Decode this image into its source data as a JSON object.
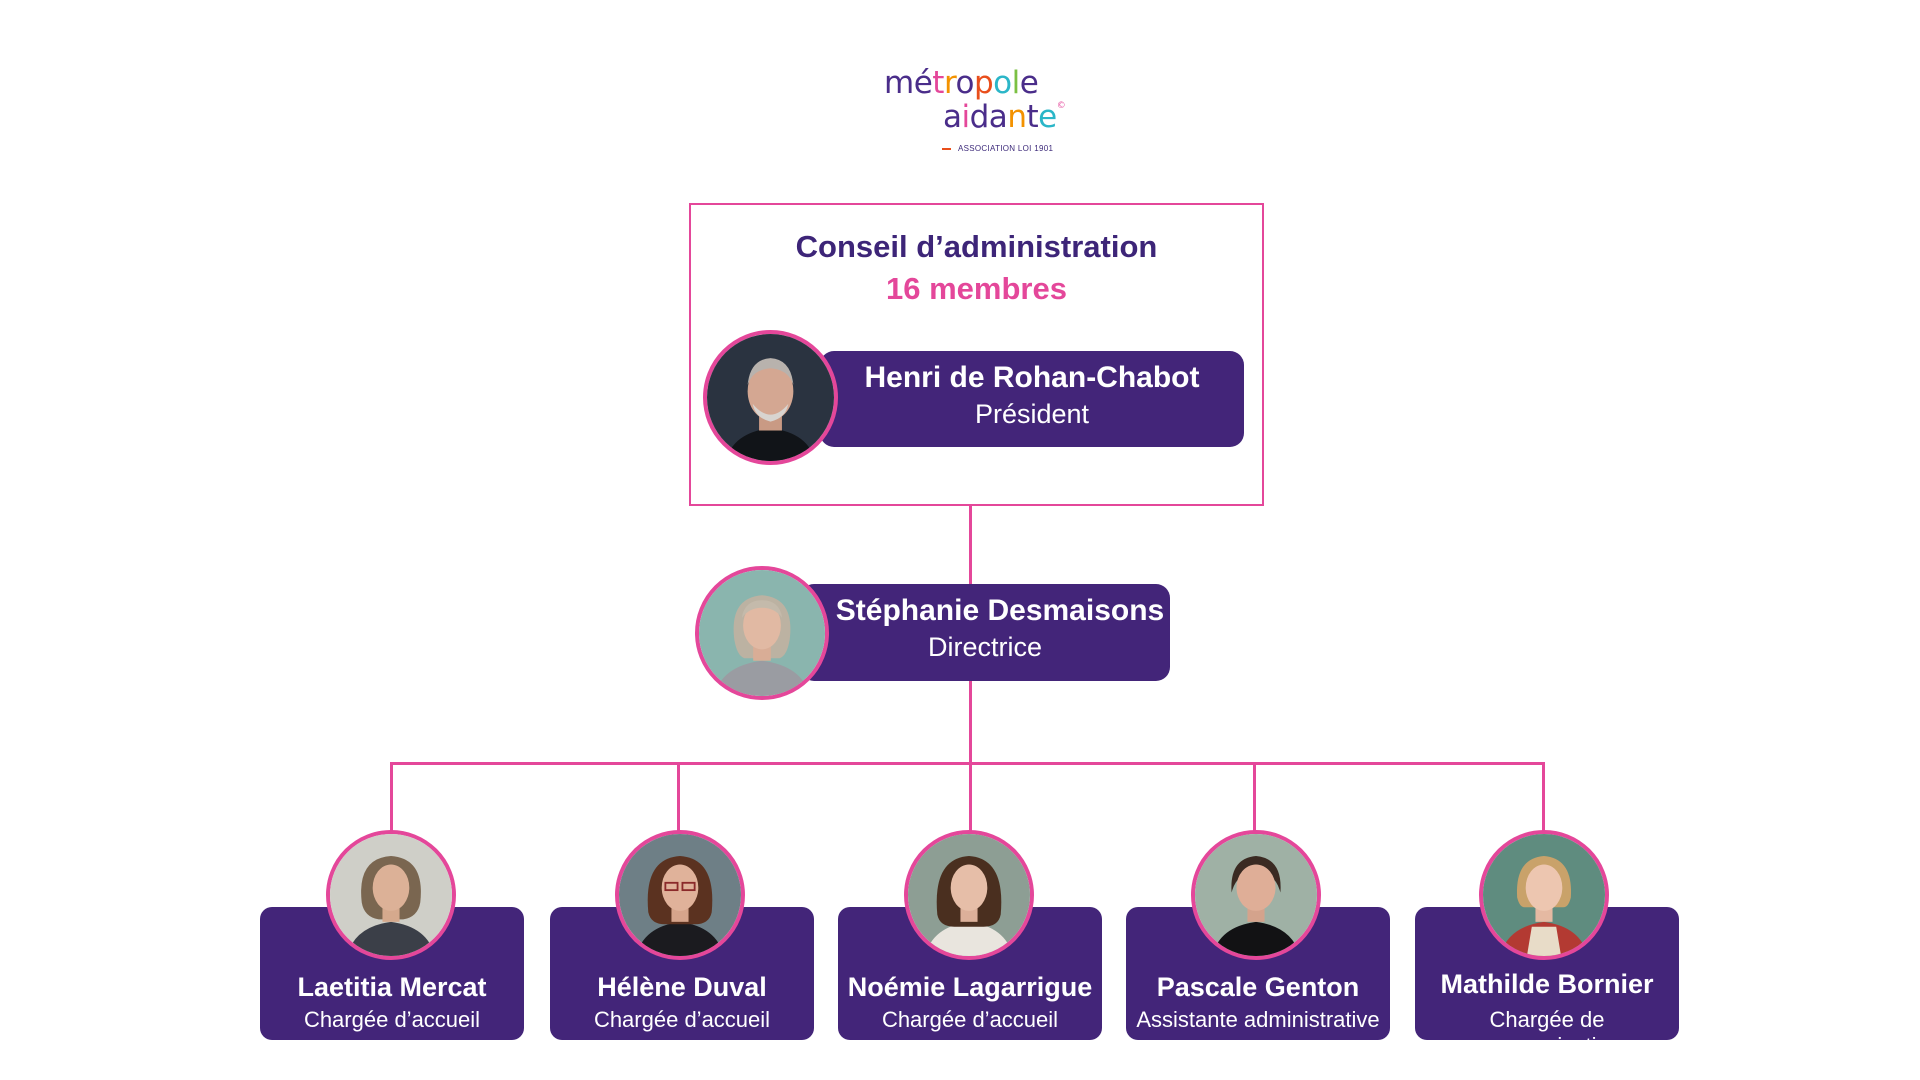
{
  "logo": {
    "line1": "métropole",
    "line2": "aidante",
    "registered": "©",
    "subtitle": "ASSOCIATION LOI 1901",
    "colors": [
      "#4a2d8a",
      "#e4479a",
      "#f39200",
      "#2bb6c8",
      "#7bc043",
      "#e94e1b"
    ]
  },
  "board": {
    "title": "Conseil d’administration",
    "count": "16 membres",
    "president": {
      "name": "Henri de Rohan-Chabot",
      "role": "Président",
      "photo": "portrait-man-grey-hair"
    }
  },
  "director": {
    "name": "Stéphanie Desmaisons",
    "role": "Directrice",
    "photo": "portrait-woman-grey-hair"
  },
  "staff": [
    {
      "name": "Laetitia Mercat",
      "role": "Chargée d’accueil",
      "photo": "portrait-woman-curly-hair"
    },
    {
      "name": "Hélène Duval",
      "role": "Chargée d’accueil",
      "photo": "portrait-woman-glasses"
    },
    {
      "name": "Noémie Lagarrigue",
      "role": "Chargée d’accueil",
      "photo": "portrait-woman-brown-hair"
    },
    {
      "name": "Pascale Genton",
      "role": "Assistante administrative",
      "photo": "portrait-woman-short-hair"
    },
    {
      "name": "Mathilde Bornier",
      "role": "Chargée de communication",
      "photo": "portrait-woman-blonde-hair"
    }
  ],
  "colors": {
    "accent": "#e4479a",
    "primary": "#432579",
    "title": "#3d2578"
  }
}
